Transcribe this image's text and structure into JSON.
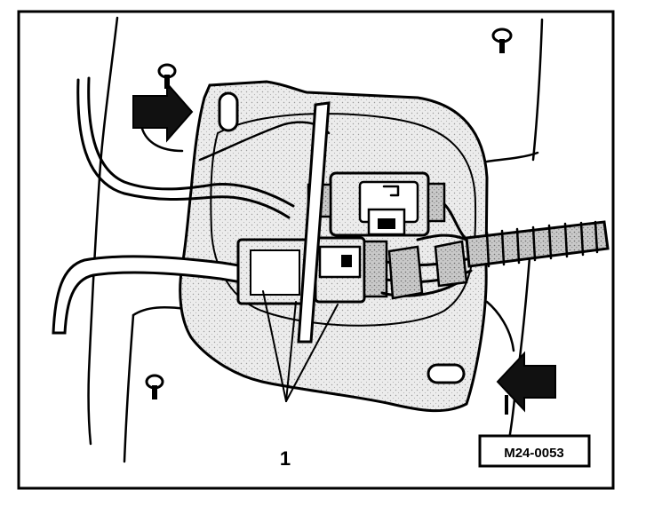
{
  "callouts": [
    {
      "id": "callout-1",
      "text": "1"
    }
  ],
  "figure_code": "M24-0053",
  "arrow_count": 2,
  "screw_symbol_count": 4
}
